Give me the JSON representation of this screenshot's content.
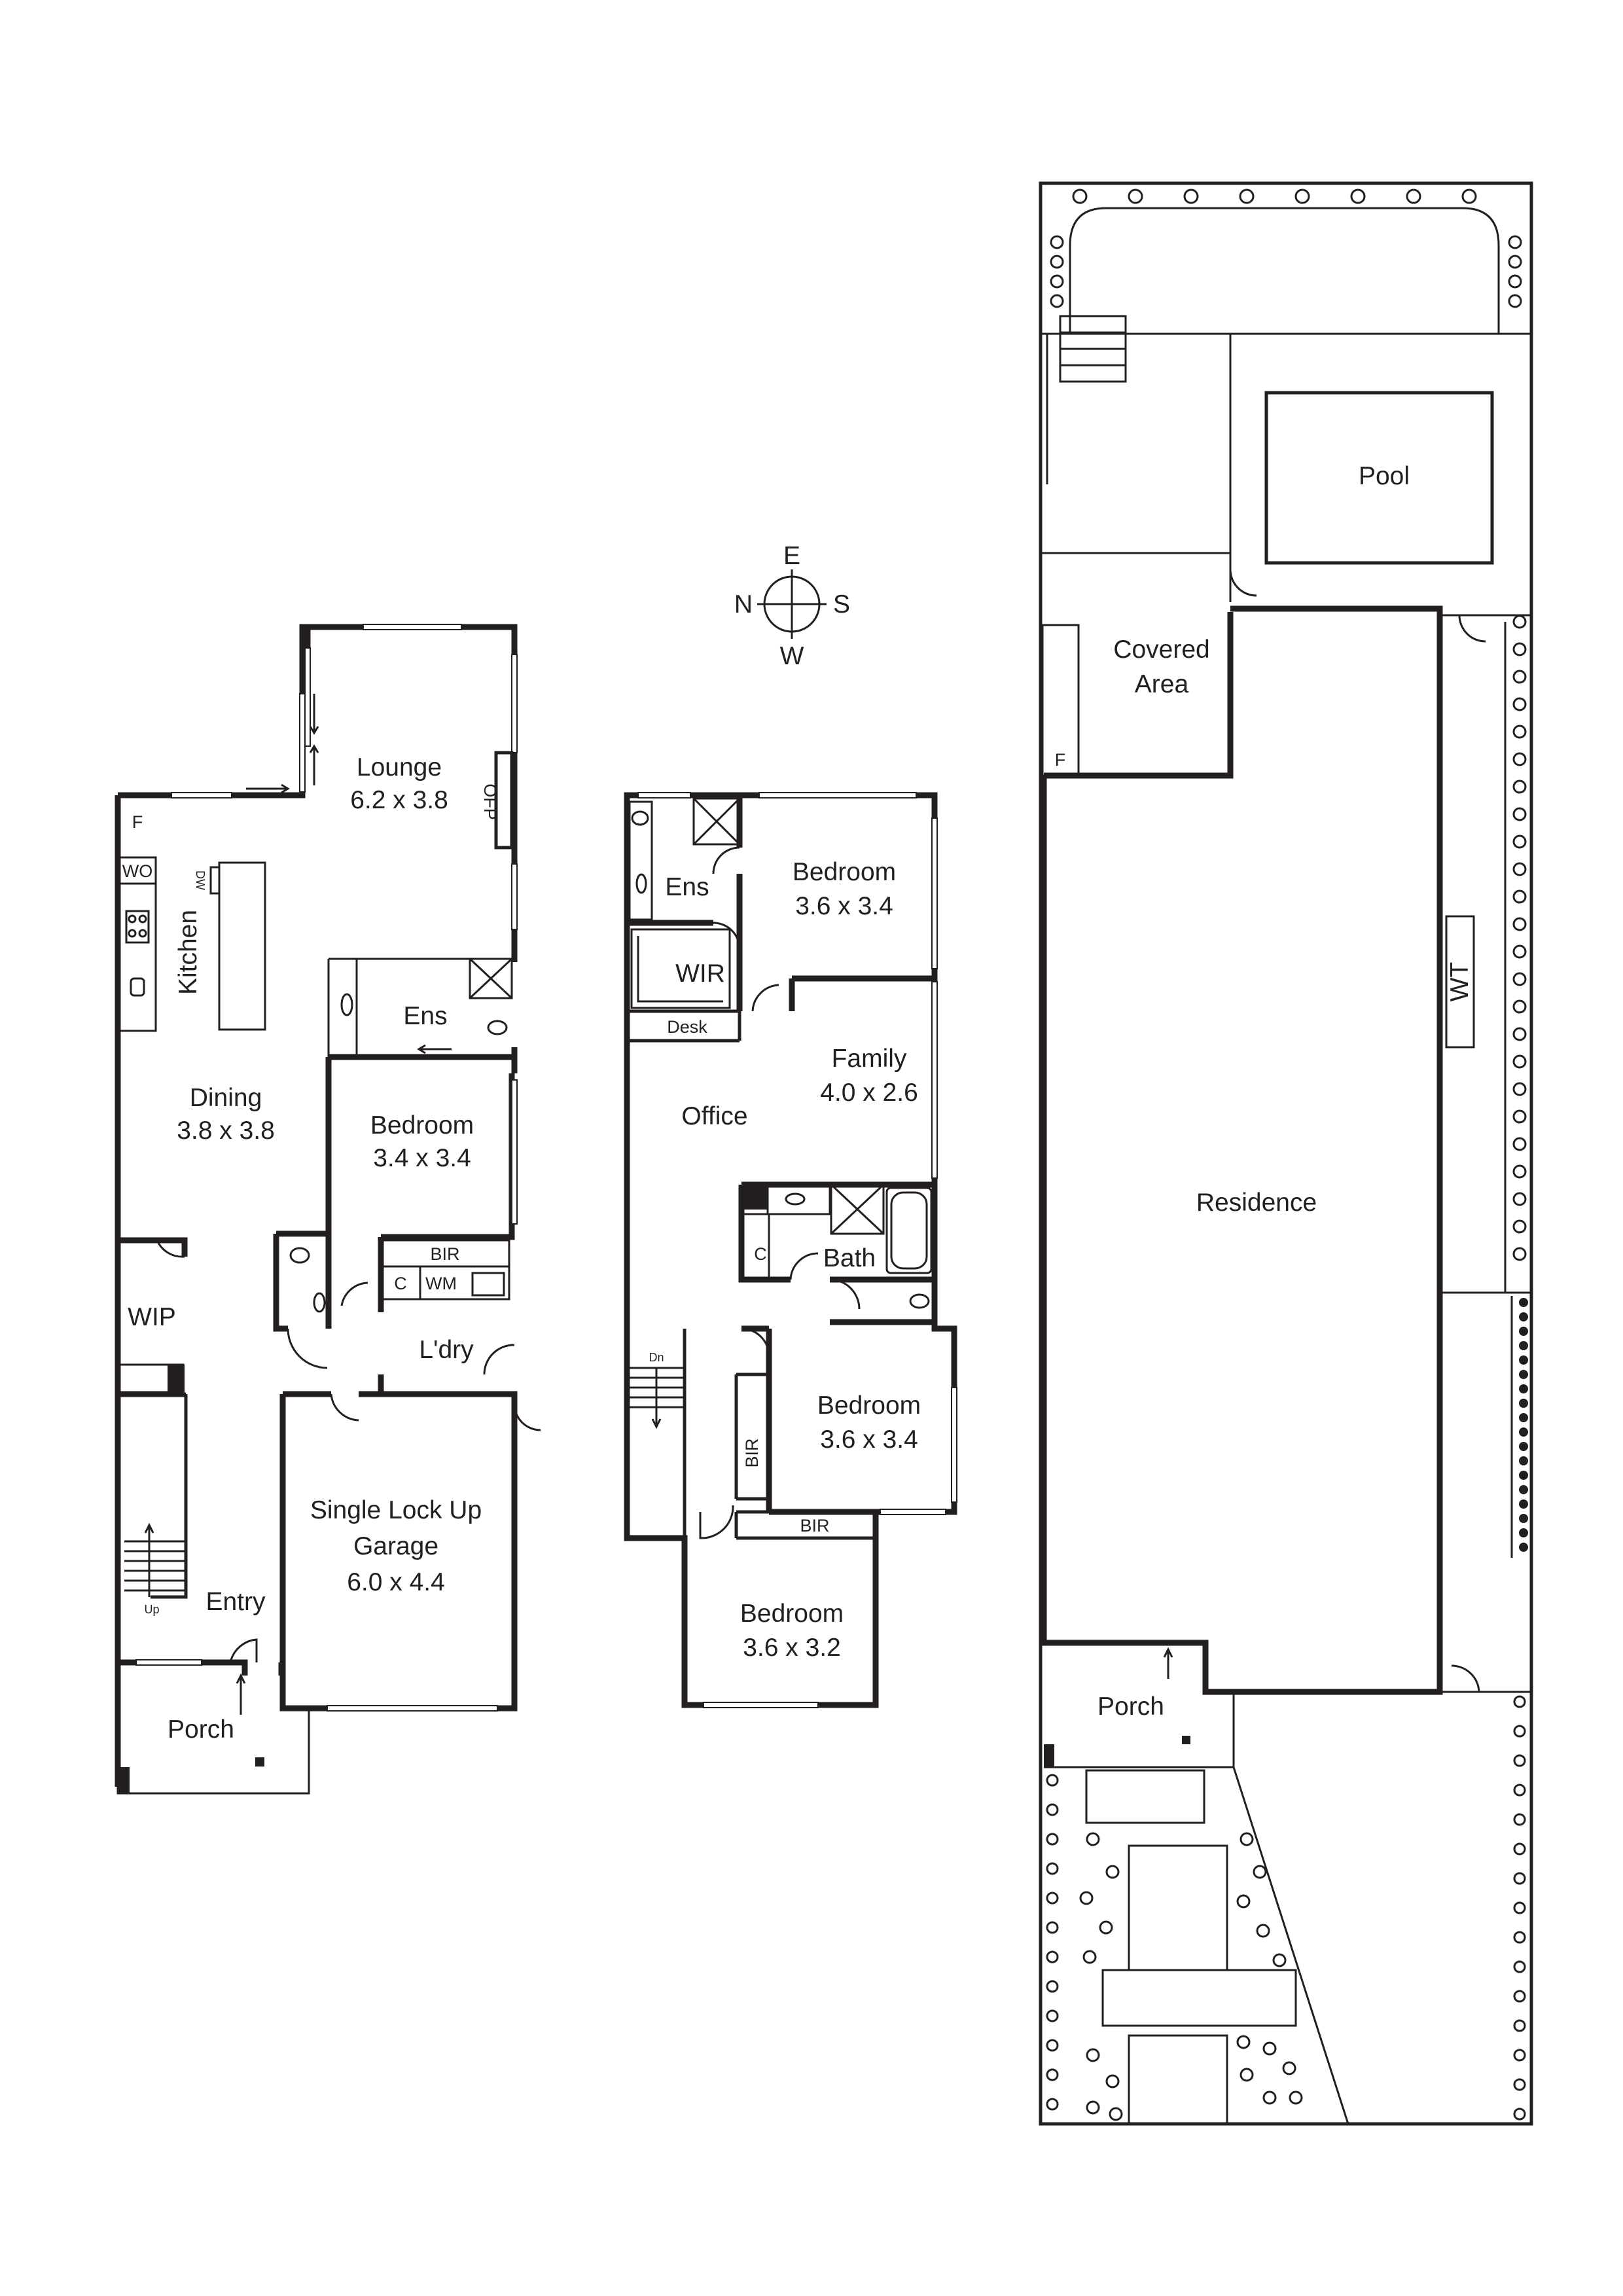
{
  "compass": {
    "north": "N",
    "east": "E",
    "south": "S",
    "west": "W"
  },
  "ground_floor": {
    "lounge": {
      "name": "Lounge",
      "size": "6.2 x 3.8"
    },
    "ofp": "OFP",
    "fridge": "F",
    "wall_oven": "WO",
    "dishwasher": "DW",
    "kitchen": "Kitchen",
    "dining": {
      "name": "Dining",
      "size": "3.8 x 3.8"
    },
    "ensuite": "Ens",
    "bedroom": {
      "name": "Bedroom",
      "size": "3.4 x 3.4"
    },
    "bir": "BIR",
    "cupboard": "C",
    "washing_machine": "WM",
    "laundry": "L'dry",
    "wip": "WIP",
    "stair_up": "Up",
    "entry": "Entry",
    "garage": {
      "line1": "Single Lock Up",
      "line2": "Garage",
      "size": "6.0 x 4.4"
    },
    "porch": "Porch"
  },
  "first_floor": {
    "ensuite": "Ens",
    "bedroom1": {
      "name": "Bedroom",
      "size": "3.6 x 3.4"
    },
    "wir": "WIR",
    "desk": "Desk",
    "family": {
      "name": "Family",
      "size": "4.0 x 2.6"
    },
    "office": "Office",
    "cupboard": "C",
    "bath": "Bath",
    "stair_down": "Dn",
    "bedroom2": {
      "name": "Bedroom",
      "size": "3.6 x 3.4"
    },
    "bir_side": "BIR",
    "bir_bottom": "BIR",
    "bedroom3": {
      "name": "Bedroom",
      "size": "3.6 x 3.2"
    }
  },
  "site_plan": {
    "pool": "Pool",
    "covered_area": {
      "line1": "Covered",
      "line2": "Area"
    },
    "fridge": "F",
    "water_tank": "WT",
    "residence": "Residence",
    "porch": "Porch"
  }
}
